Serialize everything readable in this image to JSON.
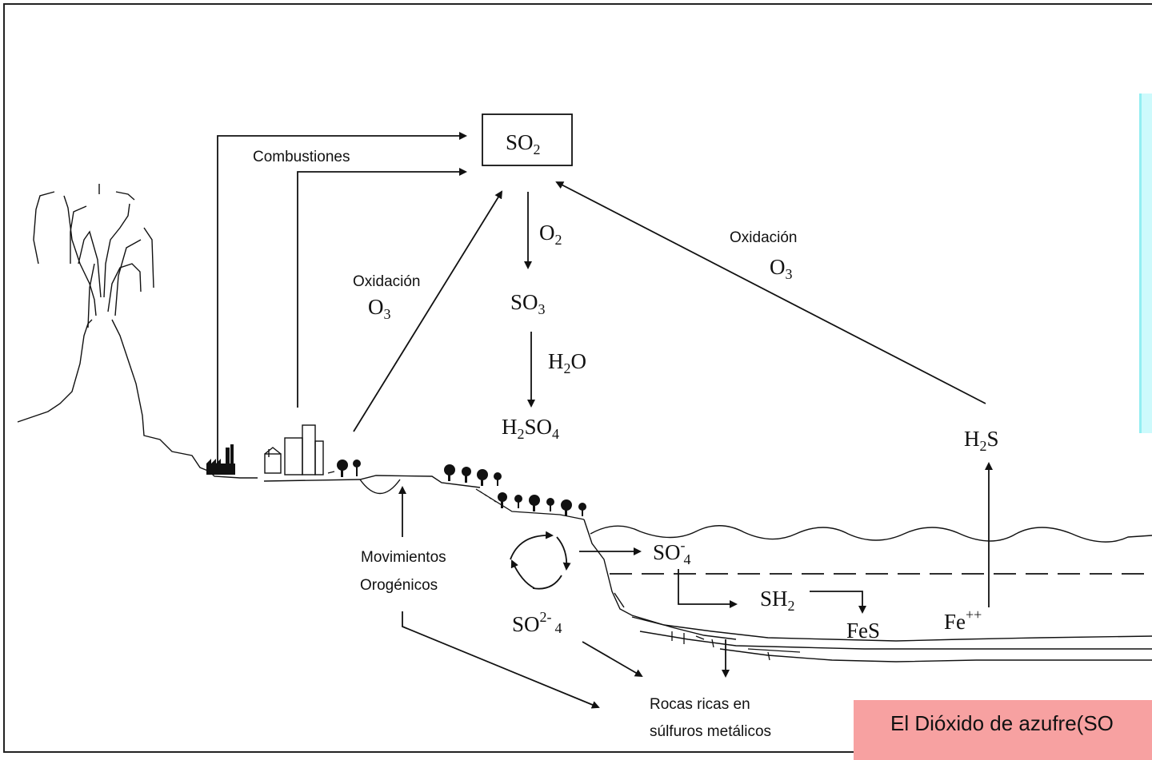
{
  "labels": {
    "combustiones": "Combustiones",
    "oxidacion_left": "Oxidación",
    "oxidacion_right": "Oxidación",
    "movimientos": "Movimientos",
    "orogenicos": "Orogénicos",
    "rocas_line1": "Rocas ricas en",
    "rocas_line2": "súlfuros metálicos"
  },
  "formulas": {
    "so2": {
      "base": "SO",
      "sub": "2"
    },
    "o2": {
      "base": "O",
      "sub": "2"
    },
    "so3": {
      "base": "SO",
      "sub": "3"
    },
    "h2o": {
      "h": "H",
      "sub": "2",
      "rest": "O"
    },
    "h2so4": {
      "h": "H",
      "sub1": "2",
      "mid": "SO",
      "sub2": "4"
    },
    "o3_left": {
      "base": "O",
      "sub": "3"
    },
    "o3_right": {
      "base": "O",
      "sub": "3"
    },
    "h2s": {
      "h": "H",
      "sub": "2",
      "rest": "S"
    },
    "so4_minus": {
      "base": "SO",
      "sup": "-",
      "sub": "4"
    },
    "sh2": {
      "base": "SH",
      "sub": "2"
    },
    "fes": "FeS",
    "fe_pp": {
      "base": "Fe",
      "sup": "++"
    },
    "so4_2minus": {
      "base": "SO",
      "sup": "2-",
      "sub": "4"
    }
  },
  "caption": {
    "text": "El Dióxido de azufre(SO"
  },
  "colors": {
    "caption_bg": "#f7a1a1",
    "side_panel_bg": "#cdfafc"
  }
}
